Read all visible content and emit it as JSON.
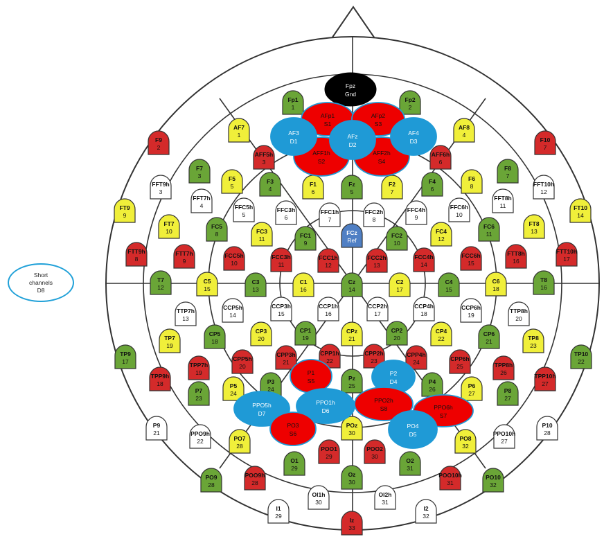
{
  "colors": {
    "green": "#6aa537",
    "yellow": "#f0ef3a",
    "red": "#d42a2a",
    "white": "#ffffff",
    "blue_ref": "#4f7fc4",
    "source_red": "#ee0000",
    "detector_blue": "#1f9ad6",
    "ground_black": "#000000",
    "outline": "#333333"
  },
  "short_channels": {
    "line1": "Short",
    "line2": "channels",
    "line3": "D8"
  },
  "electrodes": [
    {
      "name": "Fp1",
      "num": "1",
      "color": "green"
    },
    {
      "name": "Fp2",
      "num": "2",
      "color": "green"
    },
    {
      "name": "AF7",
      "num": "1",
      "color": "yellow"
    },
    {
      "name": "AF8",
      "num": "4",
      "color": "yellow"
    },
    {
      "name": "F9",
      "num": "2",
      "color": "red"
    },
    {
      "name": "F10",
      "num": "7",
      "color": "red"
    },
    {
      "name": "AFF5h",
      "num": "3",
      "color": "red"
    },
    {
      "name": "AFF6h",
      "num": "6",
      "color": "red"
    },
    {
      "name": "F7",
      "num": "3",
      "color": "green"
    },
    {
      "name": "F8",
      "num": "7",
      "color": "green"
    },
    {
      "name": "F5",
      "num": "5",
      "color": "yellow"
    },
    {
      "name": "F3",
      "num": "4",
      "color": "green"
    },
    {
      "name": "F1",
      "num": "6",
      "color": "yellow"
    },
    {
      "name": "Fz",
      "num": "5",
      "color": "green"
    },
    {
      "name": "F2",
      "num": "7",
      "color": "yellow"
    },
    {
      "name": "F4",
      "num": "6",
      "color": "green"
    },
    {
      "name": "F6",
      "num": "8",
      "color": "yellow"
    },
    {
      "name": "FFT9h",
      "num": "3",
      "color": "white"
    },
    {
      "name": "FFT10h",
      "num": "12",
      "color": "white"
    },
    {
      "name": "FFT7h",
      "num": "4",
      "color": "white"
    },
    {
      "name": "FFT8h",
      "num": "11",
      "color": "white"
    },
    {
      "name": "FFC5h",
      "num": "5",
      "color": "white"
    },
    {
      "name": "FFC3h",
      "num": "6",
      "color": "white"
    },
    {
      "name": "FFC1h",
      "num": "7",
      "color": "white"
    },
    {
      "name": "FFC2h",
      "num": "8",
      "color": "white"
    },
    {
      "name": "FFC4h",
      "num": "9",
      "color": "white"
    },
    {
      "name": "FFC6h",
      "num": "10",
      "color": "white"
    },
    {
      "name": "FT9",
      "num": "9",
      "color": "yellow"
    },
    {
      "name": "FT10",
      "num": "14",
      "color": "yellow"
    },
    {
      "name": "FT7",
      "num": "10",
      "color": "yellow"
    },
    {
      "name": "FT8",
      "num": "13",
      "color": "yellow"
    },
    {
      "name": "FC5",
      "num": "8",
      "color": "green"
    },
    {
      "name": "FC3",
      "num": "11",
      "color": "yellow"
    },
    {
      "name": "FC1",
      "num": "9",
      "color": "green"
    },
    {
      "name": "FC2",
      "num": "10",
      "color": "green"
    },
    {
      "name": "FC4",
      "num": "12",
      "color": "yellow"
    },
    {
      "name": "FC6",
      "num": "11",
      "color": "green"
    },
    {
      "name": "FCz",
      "num": "Ref",
      "color": "blue_ref"
    },
    {
      "name": "FTT9h",
      "num": "8",
      "color": "red"
    },
    {
      "name": "FTT10h",
      "num": "17",
      "color": "red"
    },
    {
      "name": "FTT7h",
      "num": "9",
      "color": "red"
    },
    {
      "name": "FTT8h",
      "num": "16",
      "color": "red"
    },
    {
      "name": "FCC5h",
      "num": "10",
      "color": "red"
    },
    {
      "name": "FCC3h",
      "num": "11",
      "color": "red"
    },
    {
      "name": "FCC1h",
      "num": "12",
      "color": "red"
    },
    {
      "name": "FCC2h",
      "num": "13",
      "color": "red"
    },
    {
      "name": "FCC4h",
      "num": "14",
      "color": "red"
    },
    {
      "name": "FCC6h",
      "num": "15",
      "color": "red"
    },
    {
      "name": "T7",
      "num": "12",
      "color": "green"
    },
    {
      "name": "C5",
      "num": "15",
      "color": "yellow"
    },
    {
      "name": "C3",
      "num": "13",
      "color": "green"
    },
    {
      "name": "C1",
      "num": "16",
      "color": "yellow"
    },
    {
      "name": "Cz",
      "num": "14",
      "color": "green"
    },
    {
      "name": "C2",
      "num": "17",
      "color": "yellow"
    },
    {
      "name": "C4",
      "num": "15",
      "color": "green"
    },
    {
      "name": "C6",
      "num": "18",
      "color": "yellow"
    },
    {
      "name": "T8",
      "num": "16",
      "color": "green"
    },
    {
      "name": "TTP7h",
      "num": "13",
      "color": "white"
    },
    {
      "name": "CCP5h",
      "num": "14",
      "color": "white"
    },
    {
      "name": "CCP3h",
      "num": "15",
      "color": "white"
    },
    {
      "name": "CCP1h",
      "num": "16",
      "color": "white"
    },
    {
      "name": "CCP2h",
      "num": "17",
      "color": "white"
    },
    {
      "name": "CCP4h",
      "num": "18",
      "color": "white"
    },
    {
      "name": "CCP6h",
      "num": "19",
      "color": "white"
    },
    {
      "name": "TTP8h",
      "num": "20",
      "color": "white"
    },
    {
      "name": "CP5",
      "num": "18",
      "color": "green"
    },
    {
      "name": "CP3",
      "num": "20",
      "color": "yellow"
    },
    {
      "name": "CP1",
      "num": "19",
      "color": "green"
    },
    {
      "name": "CPz",
      "num": "21",
      "color": "yellow"
    },
    {
      "name": "CP2",
      "num": "20",
      "color": "green"
    },
    {
      "name": "CP4",
      "num": "22",
      "color": "yellow"
    },
    {
      "name": "CP6",
      "num": "21",
      "color": "green"
    },
    {
      "name": "TP7",
      "num": "19",
      "color": "yellow"
    },
    {
      "name": "TP8",
      "num": "23",
      "color": "yellow"
    },
    {
      "name": "TP9",
      "num": "17",
      "color": "green"
    },
    {
      "name": "TP10",
      "num": "22",
      "color": "green"
    },
    {
      "name": "TPP7h",
      "num": "19",
      "color": "red"
    },
    {
      "name": "CPP5h",
      "num": "20",
      "color": "red"
    },
    {
      "name": "CPP3h",
      "num": "21",
      "color": "red"
    },
    {
      "name": "CPP1h",
      "num": "22",
      "color": "red"
    },
    {
      "name": "CPP2h",
      "num": "23",
      "color": "red"
    },
    {
      "name": "CPP4h",
      "num": "24",
      "color": "red"
    },
    {
      "name": "CPP6h",
      "num": "25",
      "color": "red"
    },
    {
      "name": "TPP8h",
      "num": "26",
      "color": "red"
    },
    {
      "name": "TPP9h",
      "num": "18",
      "color": "red"
    },
    {
      "name": "TPP10h",
      "num": "27",
      "color": "red"
    },
    {
      "name": "P7",
      "num": "23",
      "color": "green"
    },
    {
      "name": "P5",
      "num": "24",
      "color": "yellow"
    },
    {
      "name": "P3",
      "num": "24",
      "color": "green"
    },
    {
      "name": "Pz",
      "num": "25",
      "color": "green"
    },
    {
      "name": "P4",
      "num": "26",
      "color": "green"
    },
    {
      "name": "P6",
      "num": "27",
      "color": "yellow"
    },
    {
      "name": "P8",
      "num": "27",
      "color": "green"
    },
    {
      "name": "P9",
      "num": "21",
      "color": "white"
    },
    {
      "name": "P10",
      "num": "28",
      "color": "white"
    },
    {
      "name": "PPO9h",
      "num": "22",
      "color": "white"
    },
    {
      "name": "PPO10h",
      "num": "27",
      "color": "white"
    },
    {
      "name": "PO7",
      "num": "28",
      "color": "yellow"
    },
    {
      "name": "POz",
      "num": "30",
      "color": "yellow"
    },
    {
      "name": "PO8",
      "num": "32",
      "color": "yellow"
    },
    {
      "name": "POO1",
      "num": "29",
      "color": "red"
    },
    {
      "name": "POO2",
      "num": "30",
      "color": "red"
    },
    {
      "name": "POO9h",
      "num": "28",
      "color": "red"
    },
    {
      "name": "POO10h",
      "num": "31",
      "color": "red"
    },
    {
      "name": "O1",
      "num": "29",
      "color": "green"
    },
    {
      "name": "Oz",
      "num": "30",
      "color": "green"
    },
    {
      "name": "O2",
      "num": "31",
      "color": "green"
    },
    {
      "name": "PO9",
      "num": "28",
      "color": "green"
    },
    {
      "name": "PO10",
      "num": "32",
      "color": "green"
    },
    {
      "name": "OI1h",
      "num": "30",
      "color": "white"
    },
    {
      "name": "OI2h",
      "num": "31",
      "color": "white"
    },
    {
      "name": "I1",
      "num": "29",
      "color": "white"
    },
    {
      "name": "I2",
      "num": "32",
      "color": "white"
    },
    {
      "name": "Iz",
      "num": "33",
      "color": "red"
    }
  ],
  "optodes": [
    {
      "l1": "Fpz",
      "l2": "Gnd",
      "kind": "ground"
    },
    {
      "l1": "AFp1",
      "l2": "S1",
      "kind": "source"
    },
    {
      "l1": "AFp2",
      "l2": "S3",
      "kind": "source"
    },
    {
      "l1": "AFF1h",
      "l2": "S2",
      "kind": "source"
    },
    {
      "l1": "AFF2h",
      "l2": "S4",
      "kind": "source"
    },
    {
      "l1": "AF3",
      "l2": "D1",
      "kind": "detector"
    },
    {
      "l1": "AFz",
      "l2": "D2",
      "kind": "detector"
    },
    {
      "l1": "AF4",
      "l2": "D3",
      "kind": "detector"
    },
    {
      "l1": "P1",
      "l2": "S5",
      "kind": "source"
    },
    {
      "l1": "P2",
      "l2": "D4",
      "kind": "detector"
    },
    {
      "l1": "PPO1h",
      "l2": "D6",
      "kind": "detector"
    },
    {
      "l1": "PPO2h",
      "l2": "S8",
      "kind": "source"
    },
    {
      "l1": "PPO5h",
      "l2": "D7",
      "kind": "detector"
    },
    {
      "l1": "PO3",
      "l2": "S6",
      "kind": "source"
    },
    {
      "l1": "PPO6h",
      "l2": "S7",
      "kind": "source"
    },
    {
      "l1": "PO4",
      "l2": "D5",
      "kind": "detector"
    }
  ]
}
